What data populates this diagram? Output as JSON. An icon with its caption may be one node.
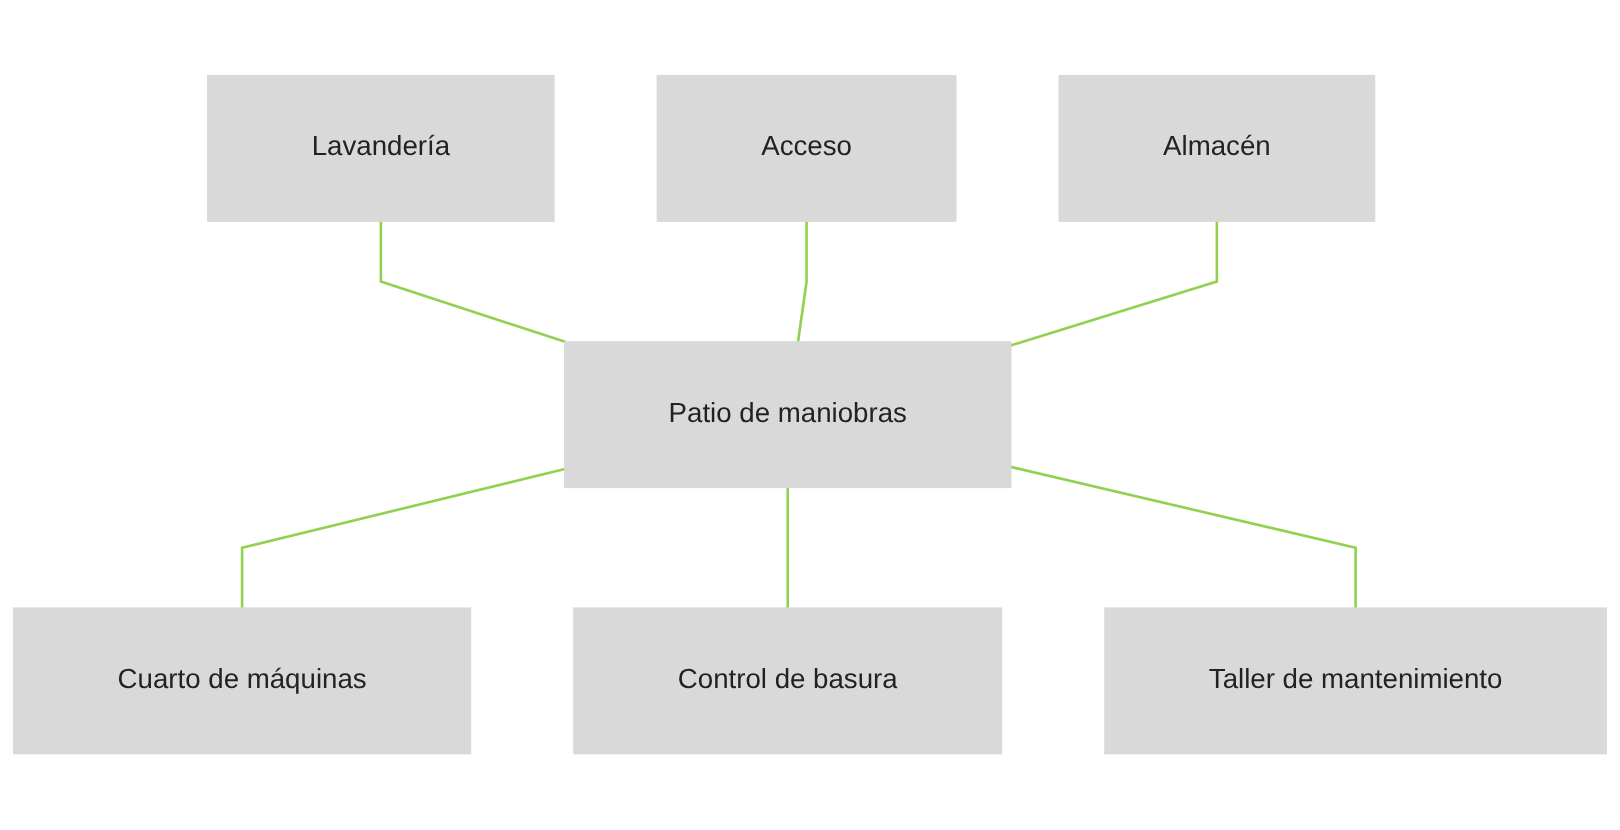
{
  "diagram": {
    "nodes": [
      {
        "text": [
          "Acceso"
        ]
      },
      {
        "text": [
          "Lavandería"
        ]
      },
      {
        "text": [
          "Almacén"
        ]
      },
      {
        "text": [
          "Patio de maniobras"
        ]
      },
      {
        "text": [
          "Cuarto de máquinas"
        ]
      },
      {
        "text": [
          "Control de basura"
        ]
      },
      {
        "text": [
          "Taller de mantenimiento"
        ]
      }
    ],
    "edges": [
      {
        "from": 1,
        "to": 3,
        "arrow": "none"
      },
      {
        "from": 0,
        "to": 3,
        "arrow": "none"
      },
      {
        "from": 2,
        "to": 3,
        "arrow": "none"
      },
      {
        "from": 3,
        "to": 4,
        "arrow": "none"
      },
      {
        "from": 3,
        "to": 5,
        "arrow": "none"
      },
      {
        "from": 3,
        "to": 6,
        "arrow": "none"
      }
    ]
  }
}
